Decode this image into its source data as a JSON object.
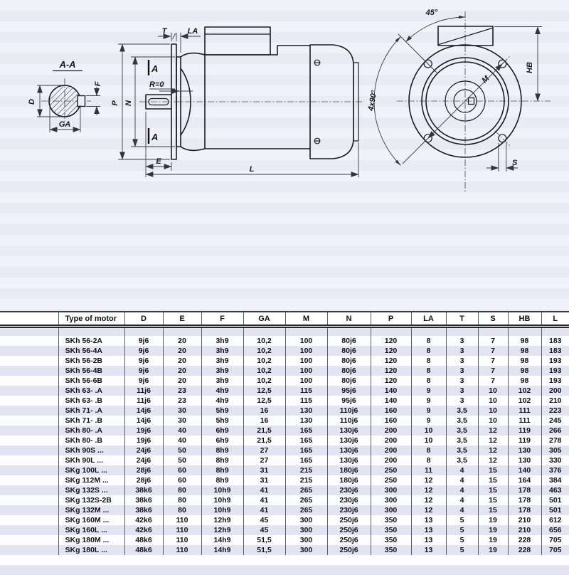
{
  "drawing": {
    "section": {
      "title": "A-A",
      "dim_d": "D",
      "dim_f": "F",
      "dim_ga": "GA"
    },
    "side": {
      "dim_t": "T",
      "dim_la": "LA",
      "mark_a_top": "A",
      "mark_a_bottom": "A",
      "dim_r": "R=0",
      "dim_p": "P",
      "dim_n": "N",
      "dim_e": "E",
      "dim_l": "L"
    },
    "front": {
      "dim_45": "45°",
      "dim_4x90": "4x90°",
      "dim_m": "M",
      "dim_hb": "HB",
      "dim_s": "S"
    }
  },
  "table": {
    "columns": [
      "Type of motor",
      "D",
      "E",
      "F",
      "GA",
      "M",
      "N",
      "P",
      "LA",
      "T",
      "S",
      "HB",
      "L"
    ],
    "rows": [
      [
        "SKh 56-2A",
        "9j6",
        "20",
        "3h9",
        "10,2",
        "100",
        "80j6",
        "120",
        "8",
        "3",
        "7",
        "98",
        "183"
      ],
      [
        "SKh 56-4A",
        "9j6",
        "20",
        "3h9",
        "10,2",
        "100",
        "80j6",
        "120",
        "8",
        "3",
        "7",
        "98",
        "183"
      ],
      [
        "SKh 56-2B",
        "9j6",
        "20",
        "3h9",
        "10,2",
        "100",
        "80j6",
        "120",
        "8",
        "3",
        "7",
        "98",
        "193"
      ],
      [
        "SKh 56-4B",
        "9j6",
        "20",
        "3h9",
        "10,2",
        "100",
        "80j6",
        "120",
        "8",
        "3",
        "7",
        "98",
        "193"
      ],
      [
        "SKh 56-6B",
        "9j6",
        "20",
        "3h9",
        "10,2",
        "100",
        "80j6",
        "120",
        "8",
        "3",
        "7",
        "98",
        "193"
      ],
      [
        "SKh 63- .A",
        "11j6",
        "23",
        "4h9",
        "12,5",
        "115",
        "95j6",
        "140",
        "9",
        "3",
        "10",
        "102",
        "200"
      ],
      [
        "SKh 63- .B",
        "11j6",
        "23",
        "4h9",
        "12,5",
        "115",
        "95j6",
        "140",
        "9",
        "3",
        "10",
        "102",
        "210"
      ],
      [
        "SKh 71- .A",
        "14j6",
        "30",
        "5h9",
        "16",
        "130",
        "110j6",
        "160",
        "9",
        "3,5",
        "10",
        "111",
        "223"
      ],
      [
        "SKh 71- .B",
        "14j6",
        "30",
        "5h9",
        "16",
        "130",
        "110j6",
        "160",
        "9",
        "3,5",
        "10",
        "111",
        "245"
      ],
      [
        "SKh 80- .A",
        "19j6",
        "40",
        "6h9",
        "21,5",
        "165",
        "130j6",
        "200",
        "10",
        "3,5",
        "12",
        "119",
        "266"
      ],
      [
        "SKh 80- .B",
        "19j6",
        "40",
        "6h9",
        "21,5",
        "165",
        "130j6",
        "200",
        "10",
        "3,5",
        "12",
        "119",
        "278"
      ],
      [
        "SKh 90S ...",
        "24j6",
        "50",
        "8h9",
        "27",
        "165",
        "130j6",
        "200",
        "8",
        "3,5",
        "12",
        "130",
        "305"
      ],
      [
        "SKh 90L ...",
        "24j6",
        "50",
        "8h9",
        "27",
        "165",
        "130j6",
        "200",
        "8",
        "3,5",
        "12",
        "130",
        "330"
      ],
      [
        "SKg 100L ...",
        "28j6",
        "60",
        "8h9",
        "31",
        "215",
        "180j6",
        "250",
        "11",
        "4",
        "15",
        "140",
        "376"
      ],
      [
        "SKg 112M ...",
        "28j6",
        "60",
        "8h9",
        "31",
        "215",
        "180j6",
        "250",
        "12",
        "4",
        "15",
        "164",
        "384"
      ],
      [
        "SKg 132S ...",
        "38k6",
        "80",
        "10h9",
        "41",
        "265",
        "230j6",
        "300",
        "12",
        "4",
        "15",
        "178",
        "463"
      ],
      [
        "SKg 132S-2B",
        "38k6",
        "80",
        "10h9",
        "41",
        "265",
        "230j6",
        "300",
        "12",
        "4",
        "15",
        "178",
        "501"
      ],
      [
        "SKg 132M ...",
        "38k6",
        "80",
        "10h9",
        "41",
        "265",
        "230j6",
        "300",
        "12",
        "4",
        "15",
        "178",
        "501"
      ],
      [
        "SKg 160M ...",
        "42k6",
        "110",
        "12h9",
        "45",
        "300",
        "250j6",
        "350",
        "13",
        "5",
        "19",
        "210",
        "612"
      ],
      [
        "SKg 160L ...",
        "42k6",
        "110",
        "12h9",
        "45",
        "300",
        "250j6",
        "350",
        "13",
        "5",
        "19",
        "210",
        "656"
      ],
      [
        "SKg 180M ...",
        "48k6",
        "110",
        "14h9",
        "51,5",
        "300",
        "250j6",
        "350",
        "13",
        "5",
        "19",
        "228",
        "705"
      ],
      [
        "SKg 180L ...",
        "48k6",
        "110",
        "14h9",
        "51,5",
        "300",
        "250j6",
        "350",
        "13",
        "5",
        "19",
        "228",
        "705"
      ]
    ]
  }
}
